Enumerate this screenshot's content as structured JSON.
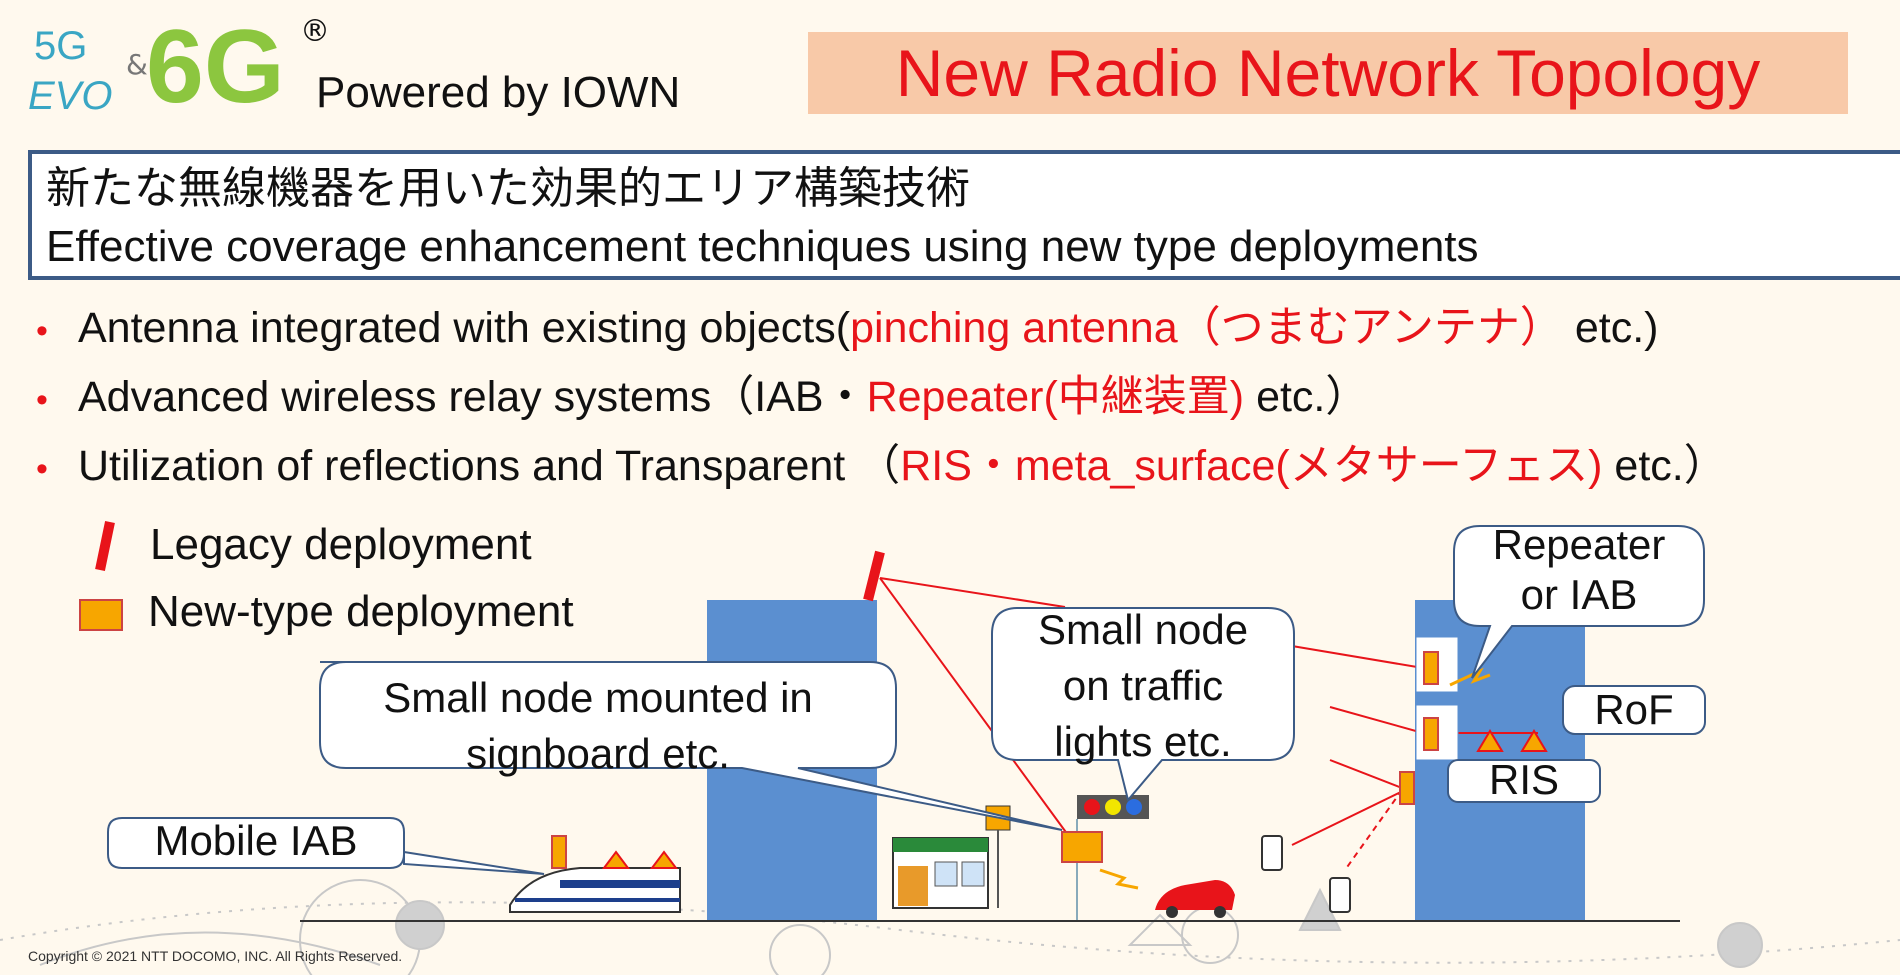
{
  "logo": {
    "line1": "5G",
    "line2": "EVO",
    "amp": "&",
    "big": "6G",
    "registered": "®"
  },
  "header": {
    "powered_by": "Powered by IOWN",
    "title": "New Radio Network Topology"
  },
  "subtitle": {
    "ja": "新たな無線機器を用いた効果的エリア構築技術",
    "en": "Effective coverage enhancement techniques using new type deployments"
  },
  "bullets": [
    {
      "parts": [
        "Antenna integrated with existing objects(",
        "pinching antenna（つまむアンテナ）",
        " etc.)"
      ]
    },
    {
      "parts": [
        "Advanced wireless relay systems（IAB・",
        "Repeater(中継装置)",
        " etc.）"
      ]
    },
    {
      "parts": [
        "Utilization of reflections and Transparent （",
        "RIS",
        "・",
        "meta_surface(メタサーフェス)",
        " etc.）"
      ]
    }
  ],
  "legend": {
    "legacy": "Legacy deployment",
    "newtype": "New-type deployment"
  },
  "callouts": {
    "signboard": [
      "Small node mounted in",
      "signboard etc."
    ],
    "traffic": [
      "Small node",
      "on traffic",
      "lights etc."
    ],
    "repeater": [
      "Repeater",
      "or IAB"
    ],
    "rof": "RoF",
    "ris": "RIS",
    "mobile_iab": "Mobile IAB"
  },
  "colors": {
    "accent_red": "#e8141a",
    "title_bg": "#f8c9a8",
    "building": "#5b8fd0",
    "node_orange": "#f7a600",
    "border_blue": "#3c5b86"
  },
  "footer": {
    "copyright": "Copyright © 2021 NTT DOCOMO, INC. All Rights Reserved."
  }
}
